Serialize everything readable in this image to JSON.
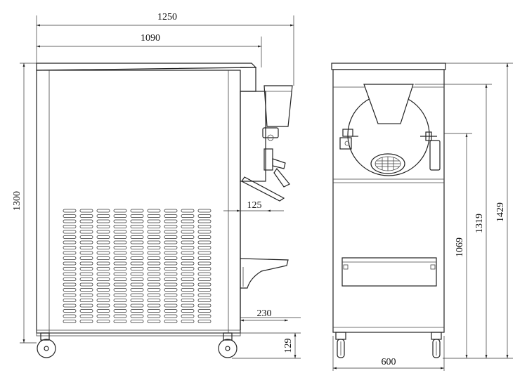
{
  "dimensions": {
    "overall_width": "1250",
    "body_width": "1090",
    "height": "1300",
    "nozzle_offset": "125",
    "tray_depth": "230",
    "wheel_height": "129",
    "front_width": "600",
    "counter_height": "1069",
    "hopper_height": "1319",
    "total_height": "1429"
  }
}
